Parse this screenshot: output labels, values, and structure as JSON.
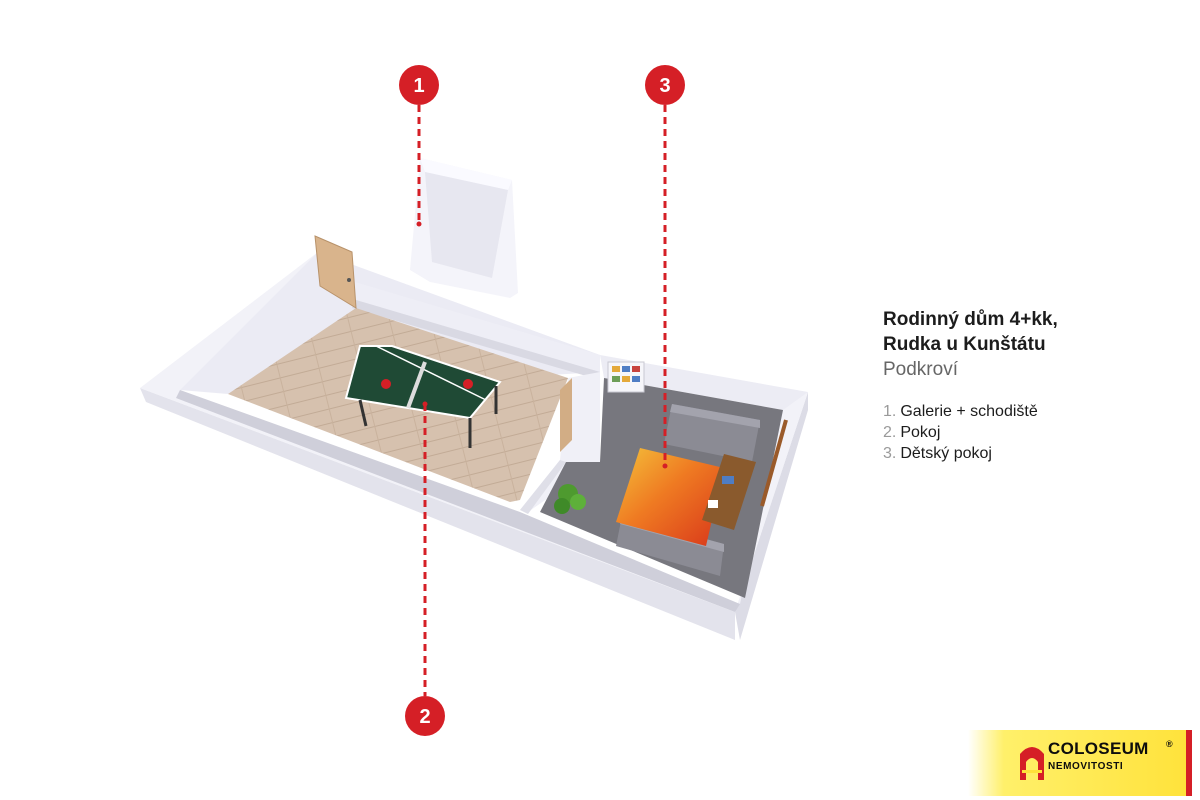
{
  "info": {
    "title_line1": "Rodinný dům 4+kk,",
    "title_line2": "Rudka u Kunštátu",
    "subtitle": "Podkroví"
  },
  "legend": [
    {
      "number": "1.",
      "label": "Galerie + schodiště"
    },
    {
      "number": "2.",
      "label": "Pokoj"
    },
    {
      "number": "3.",
      "label": "Dětský pokoj"
    }
  ],
  "markers": [
    {
      "label": "1"
    },
    {
      "label": "2"
    },
    {
      "label": "3"
    }
  ],
  "logo": {
    "brand": "COLOSEUM",
    "reg": "®",
    "tagline": "NEMOVITOSTI"
  },
  "colors": {
    "marker": "#d51f26",
    "accent_yellow": "#ffe23a",
    "table_green": "#22513a",
    "rug_orange": "#e8551e"
  }
}
